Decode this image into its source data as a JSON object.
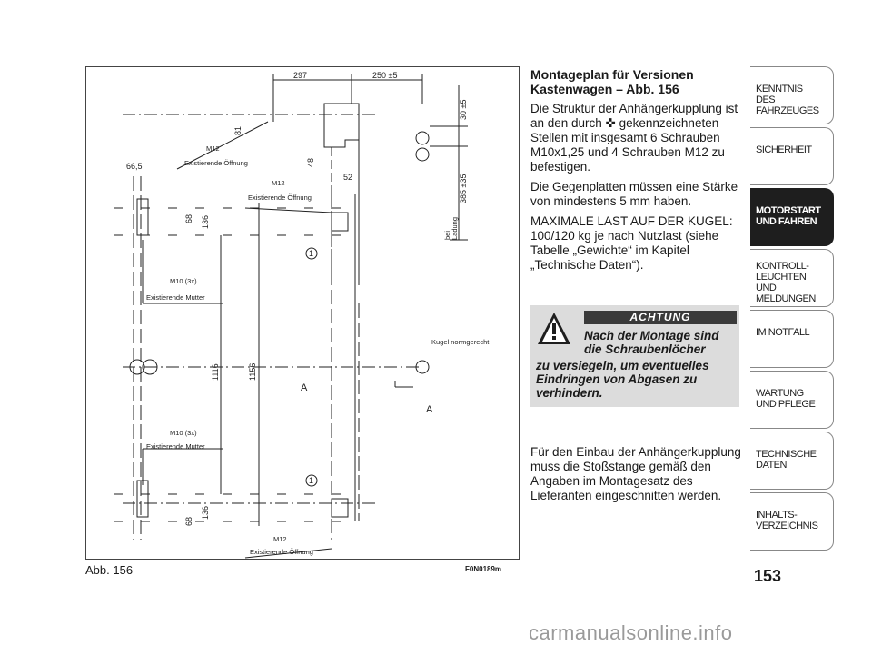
{
  "figure": {
    "caption": "Abb. 156",
    "code": "F0N0189m",
    "dims": {
      "d297": "297",
      "d250": "250 ±5",
      "d30": "30 ±5",
      "d81": "81",
      "d48": "48",
      "d52": "52",
      "d66": "66,5",
      "d68a": "68",
      "d136a": "136",
      "d385": "385 ±35",
      "d1116": "1116",
      "d1156": "1156",
      "d68b": "68",
      "d136b": "136"
    },
    "labels": {
      "m12a": "M12",
      "m12a_sub": "Existierende Öffnung",
      "m12b": "M12",
      "m12b_sub": "Existierende Öffnung",
      "m12c": "M12",
      "m12c_sub": "Existierende Öffnung",
      "m10a": "M10 (3x)",
      "m10a_sub": "Existierende Mutter",
      "m10b": "M10 (3x)",
      "m10b_sub": "Existierende Mutter",
      "kugel": "Kugel normgerecht",
      "bei": "bei",
      "ladung": "Ladung",
      "a1": "A",
      "a2": "A",
      "n1": "1",
      "n2": "1"
    }
  },
  "content": {
    "heading": "Montageplan für Versionen Kastenwagen – Abb. 156",
    "p1": "Die Struktur der Anhängerkupplung ist an den durch ✜ gekennzeichneten Stellen mit insgesamt 6 Schrauben M10x1,25 und 4 Schrauben M12 zu befestigen.",
    "p2": "Die Gegenplatten müssen eine Stärke von mindestens 5 mm haben.",
    "p3": "MAXIMALE LAST AUF DER KUGEL: 100/120 kg je nach Nutzlast (siehe Tabelle „Gewichte“ im Kapitel „Technische Daten“).",
    "p4": "Für den Einbau der Anhängerkupplung muss die Stoßstange gemäß den Angaben im Montagesatz des Lieferanten eingeschnitten werden."
  },
  "warning": {
    "badge": "ACHTUNG",
    "head": "Nach der Montage sind die Schraubenlöcher",
    "body": "zu versiegeln, um eventuelles Eindringen von Abgasen zu verhindern."
  },
  "tabs": [
    {
      "line1": "KENNTNIS",
      "line2": "DES FAHRZEUGES",
      "line3": ""
    },
    {
      "line1": "SICHERHEIT",
      "line2": "",
      "line3": ""
    },
    {
      "line1": "MOTORSTART",
      "line2": "UND FAHREN",
      "line3": ""
    },
    {
      "line1": "KONTROLL-",
      "line2": "LEUCHTEN",
      "line3": "UND MELDUNGEN"
    },
    {
      "line1": "IM NOTFALL",
      "line2": "",
      "line3": ""
    },
    {
      "line1": "WARTUNG",
      "line2": "UND PFLEGE",
      "line3": ""
    },
    {
      "line1": "TECHNISCHE",
      "line2": "DATEN",
      "line3": ""
    },
    {
      "line1": "INHALTS-",
      "line2": "VERZEICHNIS",
      "line3": ""
    }
  ],
  "page_number": "153",
  "watermark": "carmanualsonline.info"
}
